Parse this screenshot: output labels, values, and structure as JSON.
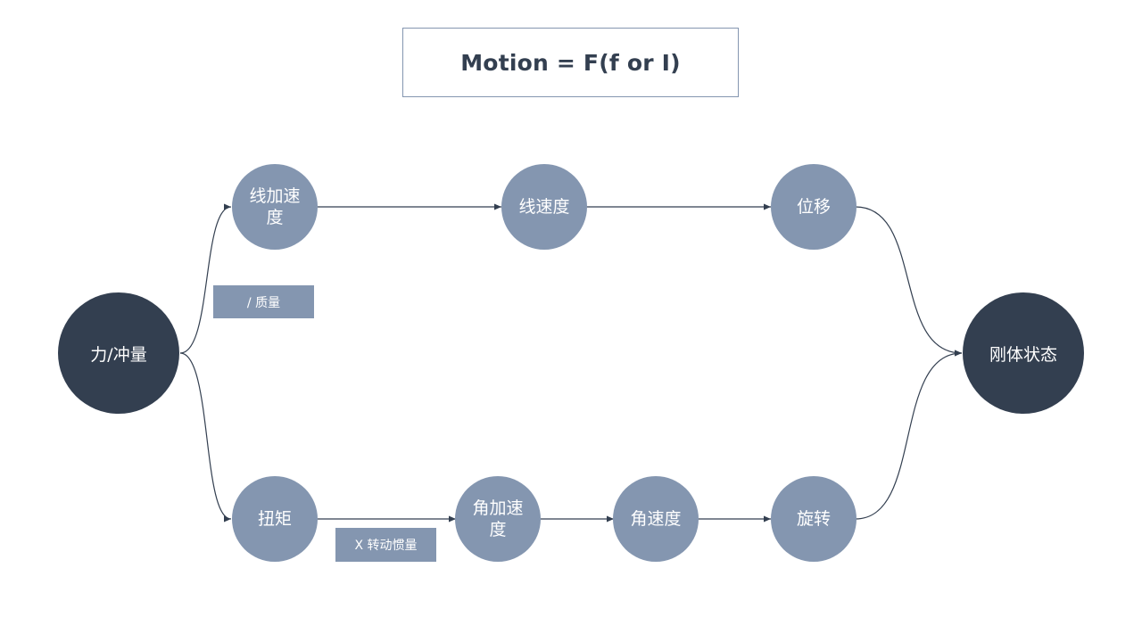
{
  "title": "Motion = F(f or I)",
  "colors": {
    "dark_node": "#333f50",
    "light_node": "#8496b0",
    "edge": "#333f50",
    "title_border": "#8496b0"
  },
  "nodes": {
    "force": "力/冲量",
    "linear_accel": "线加速度",
    "linear_velocity": "线速度",
    "displacement": "位移",
    "torque": "扭矩",
    "angular_accel": "角加速度",
    "angular_velocity": "角速度",
    "rotation": "旋转",
    "rigid_state": "刚体状态"
  },
  "edge_labels": {
    "divide_mass": "/ 质量",
    "times_inertia": "X 转动惯量"
  }
}
